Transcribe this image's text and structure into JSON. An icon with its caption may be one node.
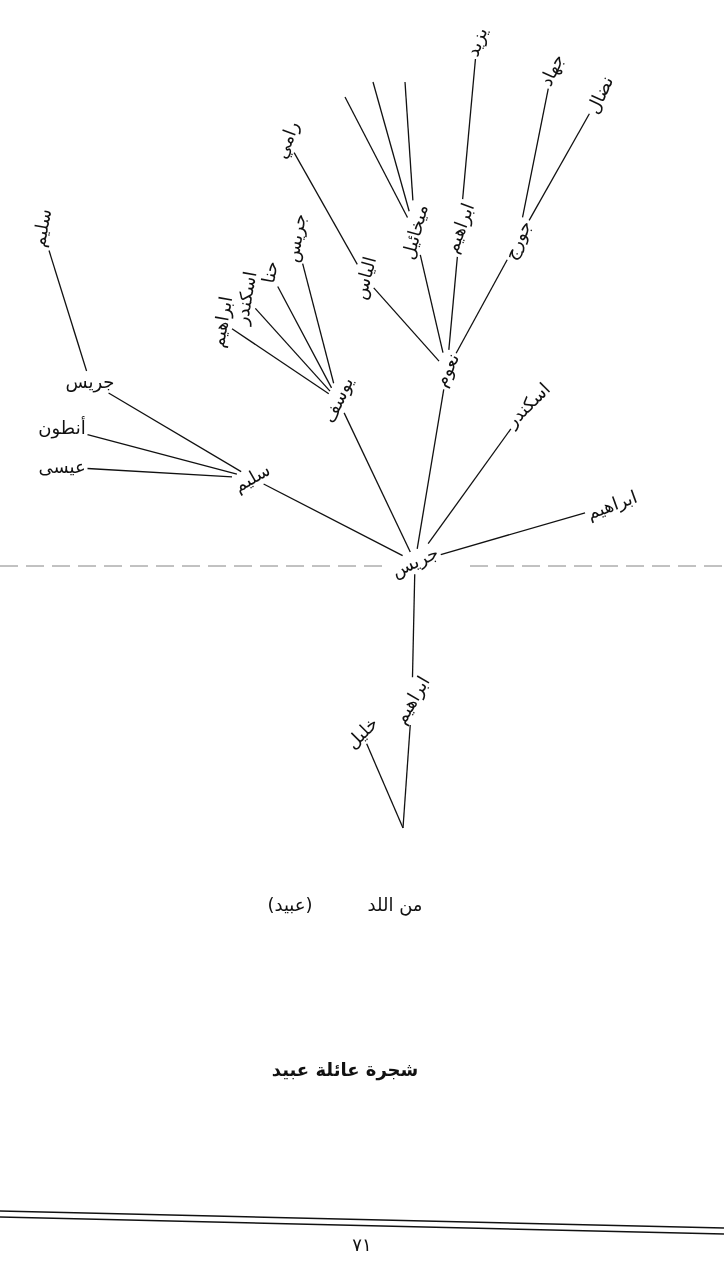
{
  "diagram": {
    "caption": "شجرة عائلة عبيد",
    "nodes": [
      {
        "text": [
          "جريس"
        ]
      },
      {
        "text": [
          "خليل"
        ]
      },
      {
        "text": [
          "ابراهيم"
        ]
      },
      {
        "text": [
          "سليم"
        ]
      },
      {
        "text": [
          "يوسف"
        ]
      },
      {
        "text": [
          "نعوم"
        ]
      },
      {
        "text": [
          "اسكندر"
        ]
      },
      {
        "text": [
          "ابراهيم"
        ]
      },
      {
        "text": [
          "جريس"
        ]
      },
      {
        "text": [
          "أنطون"
        ]
      },
      {
        "text": [
          "عيسى"
        ]
      },
      {
        "text": [
          "سليم"
        ]
      },
      {
        "text": [
          "ابراهيم"
        ]
      },
      {
        "text": [
          "اسكندر"
        ]
      },
      {
        "text": [
          "حنا"
        ]
      },
      {
        "text": [
          "جريس"
        ]
      },
      {
        "text": [
          "رامي"
        ]
      },
      {
        "text": [
          "الياس"
        ]
      },
      {
        "text": [
          "ميخائيل"
        ]
      },
      {
        "text": [
          "ابراهيم"
        ]
      },
      {
        "text": [
          "يزيد"
        ]
      },
      {
        "text": [
          "جورج"
        ]
      },
      {
        "text": [
          "جهاد"
        ]
      },
      {
        "text": [
          "نضال"
        ]
      }
    ],
    "edges": [
      {
        "from": null,
        "to": 1,
        "arrow": "none"
      },
      {
        "from": null,
        "to": 2,
        "arrow": "none"
      },
      {
        "from": 2,
        "to": 0,
        "arrow": "none"
      },
      {
        "from": 0,
        "to": 3,
        "arrow": "none"
      },
      {
        "from": 0,
        "to": 4,
        "arrow": "none"
      },
      {
        "from": 0,
        "to": 5,
        "arrow": "none"
      },
      {
        "from": 0,
        "to": 6,
        "arrow": "none"
      },
      {
        "from": 0,
        "to": 7,
        "arrow": "none"
      },
      {
        "from": 3,
        "to": 8,
        "arrow": "none"
      },
      {
        "from": 3,
        "to": 9,
        "arrow": "none"
      },
      {
        "from": 3,
        "to": 10,
        "arrow": "none"
      },
      {
        "from": 8,
        "to": 11,
        "arrow": "none"
      },
      {
        "from": 4,
        "to": 12,
        "arrow": "none"
      },
      {
        "from": 4,
        "to": 13,
        "arrow": "none"
      },
      {
        "from": 4,
        "to": 14,
        "arrow": "none"
      },
      {
        "from": 4,
        "to": 15,
        "arrow": "none"
      },
      {
        "from": 5,
        "to": 17,
        "arrow": "none"
      },
      {
        "from": 5,
        "to": 18,
        "arrow": "none"
      },
      {
        "from": 5,
        "to": 19,
        "arrow": "none"
      },
      {
        "from": 5,
        "to": 21,
        "arrow": "none"
      },
      {
        "from": 17,
        "to": 16,
        "arrow": "none"
      },
      {
        "from": 18,
        "to": null,
        "arrow": "none"
      },
      {
        "from": 18,
        "to": null,
        "arrow": "none"
      },
      {
        "from": 18,
        "to": null,
        "arrow": "none"
      },
      {
        "from": 19,
        "to": 20,
        "arrow": "none"
      },
      {
        "from": 21,
        "to": 22,
        "arrow": "none"
      },
      {
        "from": 21,
        "to": 23,
        "arrow": "none"
      }
    ],
    "labels": [
      "من اللد",
      "(عبيد)",
      "٧١"
    ]
  }
}
